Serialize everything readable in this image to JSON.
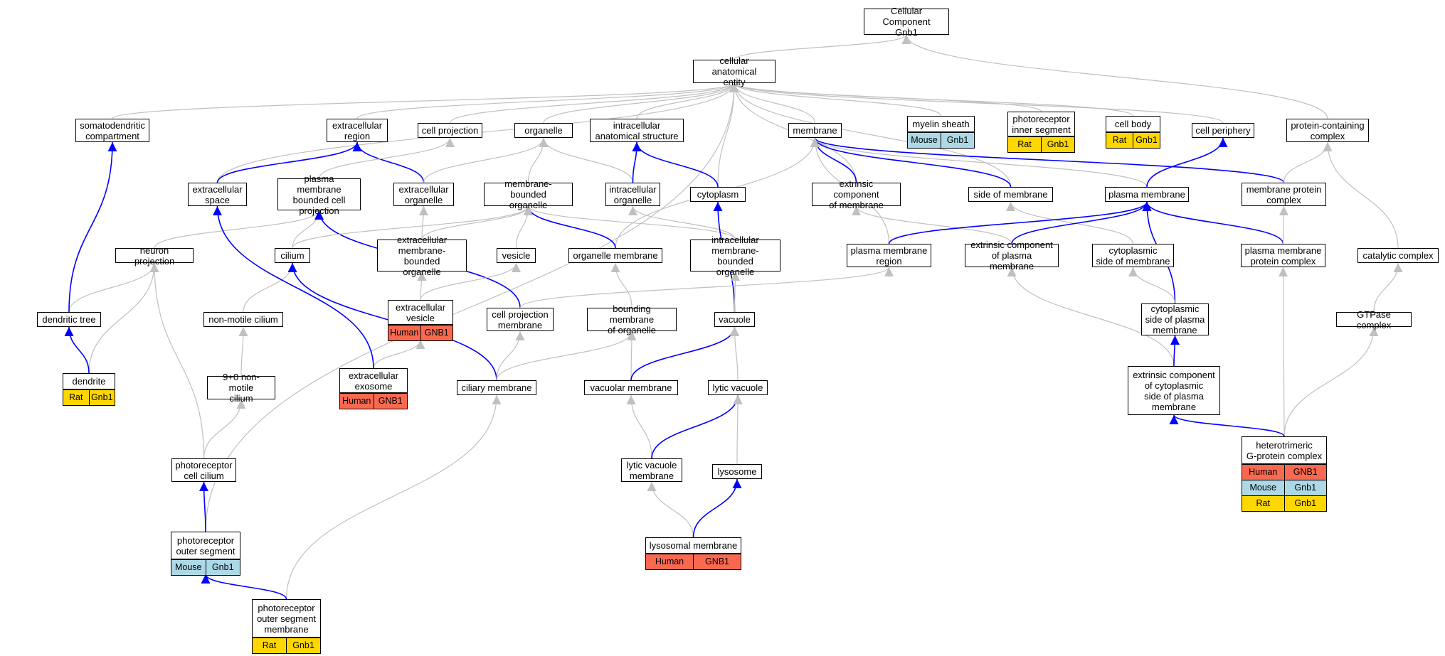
{
  "colors": {
    "grey_edge": "#c0c0c0",
    "blue_edge": "#0000ff",
    "Human": "#f96950",
    "Mouse": "#add8e6",
    "Rat": "#ffd700"
  },
  "nodes": [
    {
      "id": "cc",
      "label": "Cellular Component\nGnb1"
    },
    {
      "id": "cae",
      "label": "cellular anatomical\nentity"
    },
    {
      "id": "sdc",
      "label": "somatodendritic\ncompartment"
    },
    {
      "id": "er",
      "label": "extracellular\nregion"
    },
    {
      "id": "cp",
      "label": "cell projection"
    },
    {
      "id": "org",
      "label": "organelle"
    },
    {
      "id": "ias",
      "label": "intracellular\nanatomical structure"
    },
    {
      "id": "mem",
      "label": "membrane"
    },
    {
      "id": "ms",
      "label": "myelin sheath",
      "annots": [
        [
          "Mouse",
          "Gnb1"
        ]
      ]
    },
    {
      "id": "pis",
      "label": "photoreceptor\ninner segment",
      "annots": [
        [
          "Rat",
          "Gnb1"
        ]
      ]
    },
    {
      "id": "cb",
      "label": "cell body",
      "annots": [
        [
          "Rat",
          "Gnb1"
        ]
      ]
    },
    {
      "id": "cper",
      "label": "cell periphery"
    },
    {
      "id": "pcc",
      "label": "protein-containing\ncomplex"
    },
    {
      "id": "es",
      "label": "extracellular\nspace"
    },
    {
      "id": "pmbcp",
      "label": "plasma membrane\nbounded cell\nprojection"
    },
    {
      "id": "eo",
      "label": "extracellular\norganelle"
    },
    {
      "id": "mbo",
      "label": "membrane-bounded\norganelle"
    },
    {
      "id": "io",
      "label": "intracellular\norganelle"
    },
    {
      "id": "cyto",
      "label": "cytoplasm"
    },
    {
      "id": "ecm",
      "label": "extrinsic component\nof membrane"
    },
    {
      "id": "som",
      "label": "side of membrane"
    },
    {
      "id": "pm",
      "label": "plasma membrane"
    },
    {
      "id": "mpc",
      "label": "membrane protein\ncomplex"
    },
    {
      "id": "np",
      "label": "neuron projection"
    },
    {
      "id": "cil",
      "label": "cilium"
    },
    {
      "id": "embo",
      "label": "extracellular\nmembrane-bounded\norganelle"
    },
    {
      "id": "ves",
      "label": "vesicle"
    },
    {
      "id": "om",
      "label": "organelle membrane"
    },
    {
      "id": "imbo",
      "label": "intracellular\nmembrane-bounded\norganelle"
    },
    {
      "id": "pmr",
      "label": "plasma membrane\nregion"
    },
    {
      "id": "ecpm",
      "label": "extrinsic component\nof plasma membrane"
    },
    {
      "id": "csm",
      "label": "cytoplasmic\nside of membrane"
    },
    {
      "id": "pmpc",
      "label": "plasma membrane\nprotein complex"
    },
    {
      "id": "cc2",
      "label": "catalytic complex"
    },
    {
      "id": "dt",
      "label": "dendritic tree"
    },
    {
      "id": "nmc",
      "label": "non-motile cilium"
    },
    {
      "id": "ev",
      "label": "extracellular\nvesicle",
      "annots": [
        [
          "Human",
          "GNB1"
        ]
      ]
    },
    {
      "id": "cpm",
      "label": "cell projection\nmembrane"
    },
    {
      "id": "bmo",
      "label": "bounding membrane\nof organelle"
    },
    {
      "id": "vac",
      "label": "vacuole"
    },
    {
      "id": "cspm",
      "label": "cytoplasmic\nside of plasma\nmembrane"
    },
    {
      "id": "gtp",
      "label": "GTPase complex"
    },
    {
      "id": "den",
      "label": "dendrite",
      "annots": [
        [
          "Rat",
          "Gnb1"
        ]
      ]
    },
    {
      "id": "nc90",
      "label": "9+0 non-motile\ncilium"
    },
    {
      "id": "exo",
      "label": "extracellular\nexosome",
      "annots": [
        [
          "Human",
          "GNB1"
        ]
      ]
    },
    {
      "id": "cm",
      "label": "ciliary membrane"
    },
    {
      "id": "vm",
      "label": "vacuolar membrane"
    },
    {
      "id": "lv",
      "label": "lytic vacuole"
    },
    {
      "id": "eccspm",
      "label": "extrinsic component\nof cytoplasmic\nside of plasma\nmembrane"
    },
    {
      "id": "hgpc",
      "label": "heterotrimeric\nG-protein complex",
      "annots": [
        [
          "Human",
          "GNB1"
        ],
        [
          "Mouse",
          "Gnb1"
        ],
        [
          "Rat",
          "Gnb1"
        ]
      ]
    },
    {
      "id": "pcil",
      "label": "photoreceptor\ncell cilium"
    },
    {
      "id": "lvm",
      "label": "lytic vacuole\nmembrane"
    },
    {
      "id": "lys",
      "label": "lysosome"
    },
    {
      "id": "pos",
      "label": "photoreceptor\nouter segment",
      "annots": [
        [
          "Mouse",
          "Gnb1"
        ]
      ]
    },
    {
      "id": "lysm",
      "label": "lysosomal membrane",
      "annots": [
        [
          "Human",
          "GNB1"
        ]
      ]
    },
    {
      "id": "posm",
      "label": "photoreceptor\nouter segment\nmembrane",
      "annots": [
        [
          "Rat",
          "Gnb1"
        ]
      ]
    }
  ],
  "edges": [
    {
      "from": "cae",
      "to": "cc",
      "type": "grey"
    },
    {
      "from": "pcc",
      "to": "cc",
      "type": "grey"
    },
    {
      "from": "sdc",
      "to": "cae",
      "type": "grey"
    },
    {
      "from": "er",
      "to": "cae",
      "type": "grey"
    },
    {
      "from": "cp",
      "to": "cae",
      "type": "grey"
    },
    {
      "from": "org",
      "to": "cae",
      "type": "grey"
    },
    {
      "from": "ias",
      "to": "cae",
      "type": "grey"
    },
    {
      "from": "mem",
      "to": "cae",
      "type": "grey"
    },
    {
      "from": "ms",
      "to": "cae",
      "type": "grey"
    },
    {
      "from": "pis",
      "to": "cae",
      "type": "grey"
    },
    {
      "from": "cb",
      "to": "cae",
      "type": "grey"
    },
    {
      "from": "cper",
      "to": "cae",
      "type": "grey"
    },
    {
      "from": "cyto",
      "to": "cae",
      "type": "grey"
    },
    {
      "from": "ecm",
      "to": "cae",
      "type": "grey"
    },
    {
      "from": "som",
      "to": "cae",
      "type": "grey"
    },
    {
      "from": "es",
      "to": "cae",
      "type": "grey"
    },
    {
      "from": "pos",
      "to": "cae",
      "type": "grey"
    },
    {
      "from": "es",
      "to": "er",
      "type": "blue"
    },
    {
      "from": "eo",
      "to": "er",
      "type": "blue"
    },
    {
      "from": "pmbcp",
      "to": "cp",
      "type": "grey"
    },
    {
      "from": "eo",
      "to": "org",
      "type": "grey"
    },
    {
      "from": "mbo",
      "to": "org",
      "type": "grey"
    },
    {
      "from": "io",
      "to": "org",
      "type": "grey"
    },
    {
      "from": "io",
      "to": "ias",
      "type": "blue"
    },
    {
      "from": "cyto",
      "to": "ias",
      "type": "blue"
    },
    {
      "from": "ecm",
      "to": "mem",
      "type": "blue"
    },
    {
      "from": "som",
      "to": "mem",
      "type": "blue"
    },
    {
      "from": "pm",
      "to": "mem",
      "type": "grey"
    },
    {
      "from": "mpc",
      "to": "mem",
      "type": "blue"
    },
    {
      "from": "om",
      "to": "mem",
      "type": "grey"
    },
    {
      "from": "pmr",
      "to": "mem",
      "type": "grey"
    },
    {
      "from": "pm",
      "to": "cper",
      "type": "blue"
    },
    {
      "from": "mpc",
      "to": "pcc",
      "type": "grey"
    },
    {
      "from": "cc2",
      "to": "pcc",
      "type": "grey"
    },
    {
      "from": "np",
      "to": "pmbcp",
      "type": "grey"
    },
    {
      "from": "cil",
      "to": "pmbcp",
      "type": "grey"
    },
    {
      "from": "cpm",
      "to": "pmbcp",
      "type": "blue"
    },
    {
      "from": "embo",
      "to": "eo",
      "type": "grey"
    },
    {
      "from": "cil",
      "to": "mbo",
      "type": "grey"
    },
    {
      "from": "embo",
      "to": "mbo",
      "type": "grey"
    },
    {
      "from": "ves",
      "to": "mbo",
      "type": "grey"
    },
    {
      "from": "om",
      "to": "mbo",
      "type": "blue"
    },
    {
      "from": "imbo",
      "to": "mbo",
      "type": "grey"
    },
    {
      "from": "imbo",
      "to": "io",
      "type": "grey"
    },
    {
      "from": "vac",
      "to": "cyto",
      "type": "blue"
    },
    {
      "from": "ecpm",
      "to": "ecm",
      "type": "grey"
    },
    {
      "from": "csm",
      "to": "som",
      "type": "grey"
    },
    {
      "from": "pmr",
      "to": "pm",
      "type": "blue"
    },
    {
      "from": "ecpm",
      "to": "pm",
      "type": "blue"
    },
    {
      "from": "cspm",
      "to": "pm",
      "type": "blue"
    },
    {
      "from": "pmpc",
      "to": "pm",
      "type": "blue"
    },
    {
      "from": "pmpc",
      "to": "mpc",
      "type": "grey"
    },
    {
      "from": "dt",
      "to": "np",
      "type": "grey"
    },
    {
      "from": "den",
      "to": "np",
      "type": "grey"
    },
    {
      "from": "pcil",
      "to": "np",
      "type": "grey"
    },
    {
      "from": "nmc",
      "to": "cil",
      "type": "grey"
    },
    {
      "from": "cm",
      "to": "cil",
      "type": "blue"
    },
    {
      "from": "ev",
      "to": "embo",
      "type": "grey"
    },
    {
      "from": "ev",
      "to": "ves",
      "type": "grey"
    },
    {
      "from": "bmo",
      "to": "om",
      "type": "grey"
    },
    {
      "from": "vac",
      "to": "imbo",
      "type": "grey"
    },
    {
      "from": "cpm",
      "to": "pmr",
      "type": "grey"
    },
    {
      "from": "eccspm",
      "to": "ecpm",
      "type": "grey"
    },
    {
      "from": "cspm",
      "to": "csm",
      "type": "grey"
    },
    {
      "from": "hgpc",
      "to": "pmpc",
      "type": "grey"
    },
    {
      "from": "gtp",
      "to": "cc2",
      "type": "grey"
    },
    {
      "from": "dt",
      "to": "sdc",
      "type": "blue"
    },
    {
      "from": "nc90",
      "to": "nmc",
      "type": "grey"
    },
    {
      "from": "exo",
      "to": "ev",
      "type": "grey"
    },
    {
      "from": "exo",
      "to": "es",
      "type": "blue"
    },
    {
      "from": "cm",
      "to": "cpm",
      "type": "grey"
    },
    {
      "from": "cm",
      "to": "bmo",
      "type": "grey"
    },
    {
      "from": "vm",
      "to": "bmo",
      "type": "grey"
    },
    {
      "from": "vm",
      "to": "vac",
      "type": "blue"
    },
    {
      "from": "lv",
      "to": "vac",
      "type": "grey"
    },
    {
      "from": "eccspm",
      "to": "cspm",
      "type": "blue"
    },
    {
      "from": "hgpc",
      "to": "gtp",
      "type": "grey"
    },
    {
      "from": "hgpc",
      "to": "eccspm",
      "type": "blue"
    },
    {
      "from": "den",
      "to": "dt",
      "type": "blue"
    },
    {
      "from": "pcil",
      "to": "nc90",
      "type": "grey"
    },
    {
      "from": "posm",
      "to": "cm",
      "type": "grey"
    },
    {
      "from": "lvm",
      "to": "vm",
      "type": "grey"
    },
    {
      "from": "lvm",
      "to": "lv",
      "type": "blue"
    },
    {
      "from": "lys",
      "to": "lv",
      "type": "grey"
    },
    {
      "from": "pos",
      "to": "pcil",
      "type": "blue"
    },
    {
      "from": "lysm",
      "to": "lvm",
      "type": "grey"
    },
    {
      "from": "lysm",
      "to": "lys",
      "type": "blue"
    },
    {
      "from": "posm",
      "to": "pos",
      "type": "blue"
    }
  ]
}
